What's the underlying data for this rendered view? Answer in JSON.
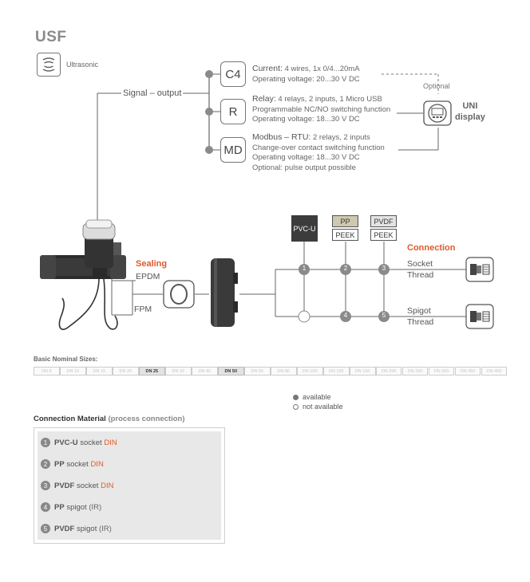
{
  "product": {
    "title": "USF",
    "sensor_label": "Ultrasonic"
  },
  "signal_output": {
    "label": "Signal – output",
    "options": [
      {
        "code": "C4",
        "heading": "Current:",
        "detail": " 4 wires, 1x 0/4...20mA",
        "lines": [
          "Operating voltage: 20...30 V DC"
        ]
      },
      {
        "code": "R",
        "heading": "Relay:",
        "detail": " 4 relays, 2 inputs, 1 Micro USB",
        "lines": [
          "Programmable NC/NO switching function",
          "Operating voltage: 18...30 V DC"
        ]
      },
      {
        "code": "MD",
        "heading": "Modbus – RTU:",
        "detail": " 2 relays, 2 inputs",
        "lines": [
          "Change-over contact switching function",
          "Operating voltage: 18...30 V DC",
          "Optional: pulse output possible"
        ]
      }
    ],
    "optional_label": "Optional",
    "display_line1": "UNI",
    "display_line2": "display"
  },
  "sealing": {
    "title": "Sealing",
    "options": [
      "EPDM",
      "FPM"
    ]
  },
  "materials": [
    {
      "top": "PVC-U",
      "bottom": ""
    },
    {
      "top": "PP",
      "bottom": "PEEK"
    },
    {
      "top": "PVDF",
      "bottom": "PEEK"
    }
  ],
  "matrix": {
    "row1": [
      "1",
      "2",
      "3"
    ],
    "row2": [
      "",
      "4",
      "5"
    ]
  },
  "connection": {
    "title": "Connection",
    "socket": [
      "Socket",
      "Thread"
    ],
    "spigot": [
      "Spigot",
      "Thread"
    ]
  },
  "sizes": {
    "title": "Basic Nominal Sizes:",
    "items": [
      "DN 8",
      "DN 10",
      "DN 15",
      "DN 20",
      "DN 25",
      "DN 32",
      "DN 40",
      "DN 50",
      "DN 65",
      "DN 80",
      "DN 100",
      "DN 125",
      "DN 150",
      "DN 200",
      "DN 250",
      "DN 300",
      "DN 350",
      "DN 400"
    ],
    "active": [
      "DN 25",
      "DN 50"
    ]
  },
  "legend": {
    "available": "available",
    "not_available": "not available"
  },
  "connection_material": {
    "title": "Connection Material",
    "subtitle": "(process connection)",
    "items": [
      {
        "num": "1",
        "material": "PVC-U",
        "type": " socket ",
        "std": "DIN"
      },
      {
        "num": "2",
        "material": "PP",
        "type": " socket ",
        "std": "DIN"
      },
      {
        "num": "3",
        "material": "PVDF",
        "type": " socket ",
        "std": "DIN"
      },
      {
        "num": "4",
        "material": "PP",
        "type": " spigot ",
        "std": "(IR)"
      },
      {
        "num": "5",
        "material": "PVDF",
        "type": " spigot ",
        "std": "(IR)"
      }
    ]
  },
  "colors": {
    "accent": "#e05a2b",
    "line": "#666666",
    "node": "#8a8a8a",
    "dark_box": "#3c3c3c",
    "pp_box": "#cfc7ae",
    "pvdf_box": "#e4e4e4"
  }
}
